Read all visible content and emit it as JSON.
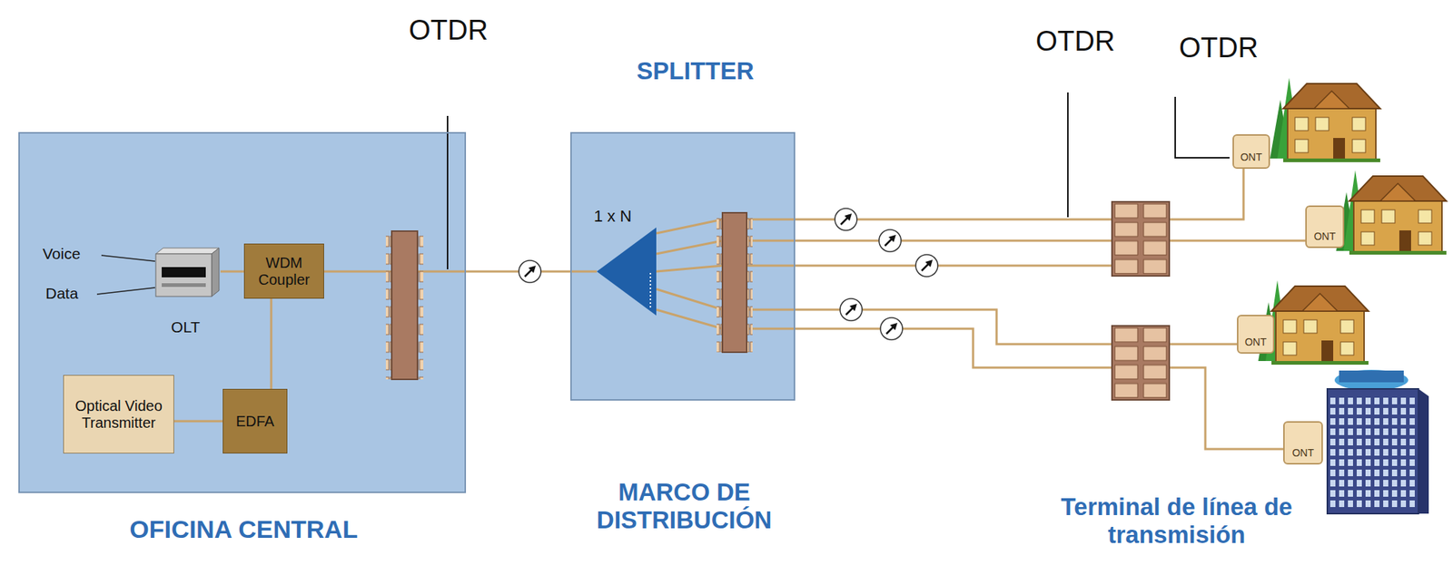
{
  "diagram": {
    "nodes": [
      {
        "text": [
          "OFICINA CENTRAL"
        ]
      },
      {
        "text": [
          "OLT"
        ],
        "in": 0
      },
      {
        "text": [
          "WDM Coupler"
        ],
        "in": 0
      },
      {
        "text": [
          "Optical Video Transmitter"
        ],
        "in": 0
      },
      {
        "text": [
          "EDFA"
        ],
        "in": 0
      },
      {
        "text": [
          "MARCO DE DISTRIBUCIÓN"
        ]
      },
      {
        "text": [
          "1 x N"
        ],
        "in": 5
      },
      {
        "text": [
          "ONT"
        ]
      },
      {
        "text": [
          "ONT"
        ]
      },
      {
        "text": [
          "ONT"
        ]
      },
      {
        "text": [
          "ONT"
        ]
      }
    ],
    "edges": [
      {
        "from": 1,
        "to": 2,
        "arrow": "none"
      },
      {
        "from": 3,
        "to": 4,
        "arrow": "none"
      },
      {
        "from": 4,
        "to": 2,
        "arrow": "none"
      },
      {
        "from": 2,
        "to": 6,
        "arrow": "none"
      },
      {
        "from": 6,
        "to": 7,
        "arrow": "none"
      },
      {
        "from": 6,
        "to": 8,
        "arrow": "none"
      },
      {
        "from": 6,
        "to": 9,
        "arrow": "none"
      },
      {
        "from": 6,
        "to": 10,
        "arrow": "none"
      }
    ],
    "labels": [
      "OTDR",
      "SPLITTER",
      "OTDR",
      "OTDR",
      "Voice",
      "Data",
      "Terminal de línea de transmisión"
    ]
  }
}
